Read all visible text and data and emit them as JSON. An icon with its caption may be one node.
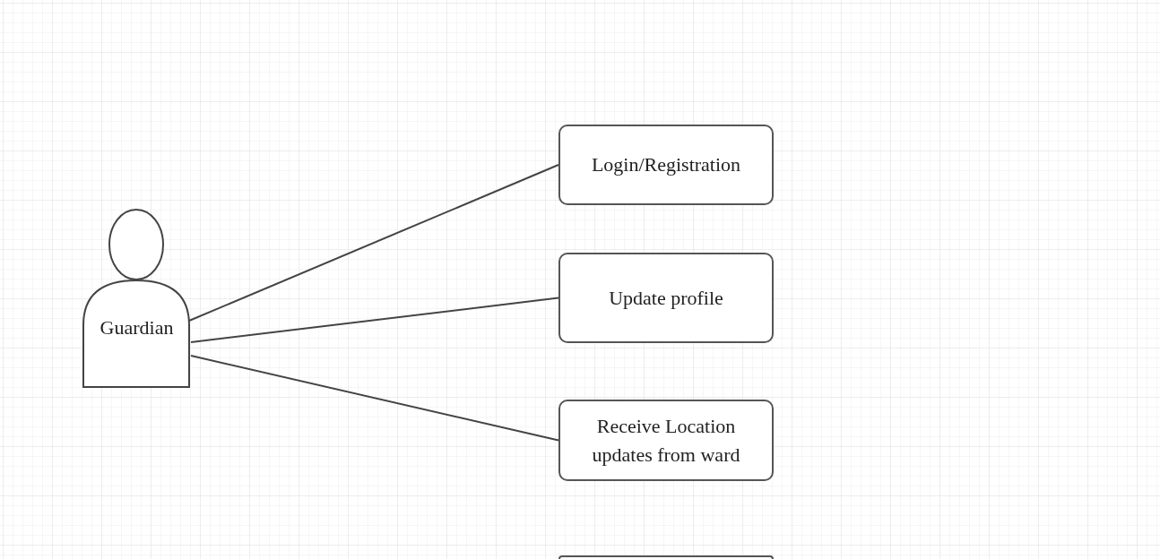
{
  "diagram": {
    "nodes": [
      {
        "text": [
          "Guardian"
        ]
      },
      {
        "text": [
          "Login/Registration"
        ]
      },
      {
        "text": [
          "Update profile"
        ]
      },
      {
        "text": [
          "Receive Location updates from ward"
        ]
      },
      {
        "text": [],
        "shape": "box"
      }
    ],
    "edges": [
      {
        "from": 0,
        "to": 1,
        "arrow": "none"
      },
      {
        "from": 0,
        "to": 2,
        "arrow": "none"
      },
      {
        "from": 0,
        "to": 3,
        "arrow": "none"
      }
    ]
  }
}
